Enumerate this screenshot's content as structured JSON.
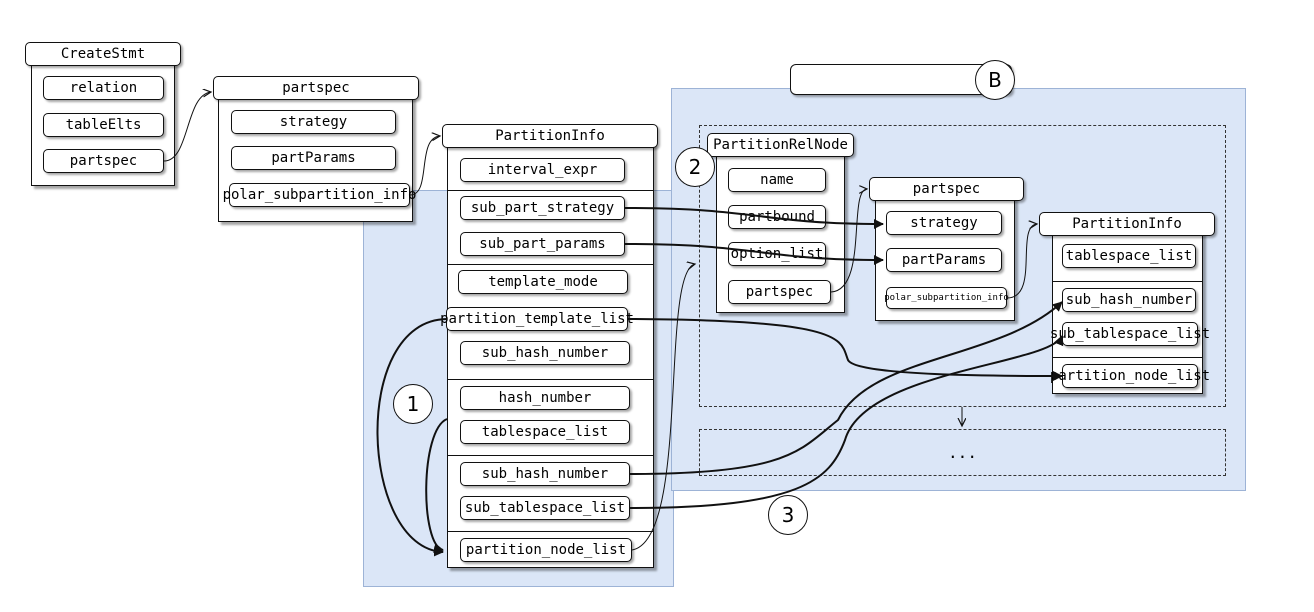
{
  "create_stmt": {
    "title": "CreateStmt",
    "fields": [
      "relation",
      "tableElts",
      "partspec"
    ]
  },
  "partspec_left": {
    "title": "partspec",
    "fields": [
      "strategy",
      "partParams",
      "polar_subpartition_info"
    ]
  },
  "partition_info_main": {
    "title": "PartitionInfo",
    "fields": [
      "interval_expr",
      "sub_part_strategy",
      "sub_part_params",
      "template_mode",
      "partition_template_list",
      "sub_hash_number",
      "hash_number",
      "tablespace_list",
      "sub_hash_number",
      "sub_tablespace_list",
      "partition_node_list"
    ]
  },
  "region_b": {
    "label": "B",
    "header_label": "",
    "ellipsis": "..."
  },
  "partition_rel_node": {
    "title": "PartitionRelNode",
    "fields": [
      "name",
      "partbound",
      "option_list",
      "partspec"
    ]
  },
  "partspec_right": {
    "title": "partspec",
    "fields": [
      "strategy",
      "partParams",
      "polar_subpartition_info"
    ]
  },
  "partition_info_sub": {
    "title": "PartitionInfo",
    "fields": [
      "tablespace_list",
      "sub_hash_number",
      "sub_tablespace_list",
      "partition_node_list"
    ]
  },
  "markers": [
    "1",
    "2",
    "3"
  ]
}
